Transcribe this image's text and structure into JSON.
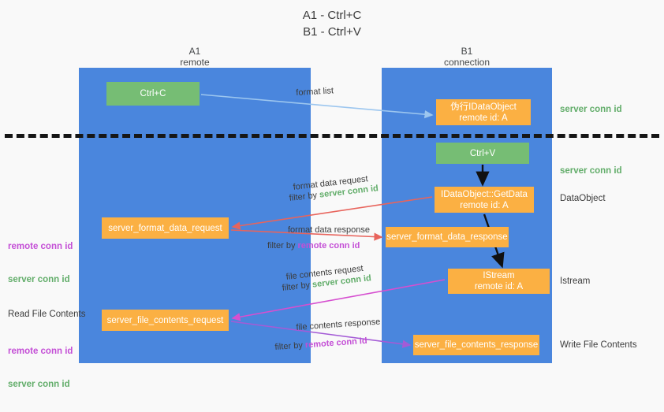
{
  "title": "A1 - Ctrl+C\nB1 - Ctrl+V",
  "lanes": {
    "a": {
      "header": "A1\nremote"
    },
    "b": {
      "header": "B1\nconnection"
    }
  },
  "nodes": {
    "ctrl_c": "Ctrl+C",
    "fake_dataobject": "伪行IDataObject\nremote id: A",
    "ctrl_v": "Ctrl+V",
    "getdata": "IDataObject::GetData\nremote id: A",
    "server_format_data_request": "server_format_data_request",
    "server_format_data_response": "server_format_data_response",
    "istream": "IStream\nremote id: A",
    "server_file_contents_request": "server_file_contents_request",
    "server_file_contents_response": "server_file_contents_response"
  },
  "right_annotations": {
    "server_conn_id_top": "server conn id",
    "server_conn_id_mid": "server conn id",
    "dataobject": "DataObject",
    "istream": "Istream",
    "write_file_contents": "Write File Contents"
  },
  "left_annotations": {
    "remote_conn_id_1": "remote conn id",
    "server_conn_id_1": "server conn id",
    "read_file_contents": "Read File Contents",
    "remote_conn_id_2": "remote conn id",
    "server_conn_id_2": "server conn id"
  },
  "edge_labels": {
    "format_list": "format list",
    "format_data_request": "format data request",
    "format_data_request_filter_prefix": "filter by ",
    "format_data_request_filter_value": "server conn id",
    "format_data_response": "format data response",
    "format_data_response_filter_prefix": "filter by ",
    "format_data_response_filter_value": "remote conn id",
    "file_contents_request": "file contents request",
    "file_contents_request_filter_prefix": "filter by ",
    "file_contents_request_filter_value": "server conn id",
    "file_contents_response": "file contents response",
    "file_contents_response_filter_prefix": "filter by ",
    "file_contents_response_filter_value": "remote conn id"
  },
  "colors": {
    "lane": "#4a86dd",
    "green_node": "#76bd74",
    "orange_node": "#fbb043",
    "server_conn_id": "#62ad6a",
    "remote_conn_id": "#c44fd6",
    "arrow_light_blue": "#9cc6ef",
    "arrow_red": "#e8645c",
    "arrow_magenta": "#d64fd0",
    "arrow_purple": "#a45bd6",
    "arrow_black": "#000000",
    "divider": "#161616",
    "background": "#f9f9f9"
  }
}
